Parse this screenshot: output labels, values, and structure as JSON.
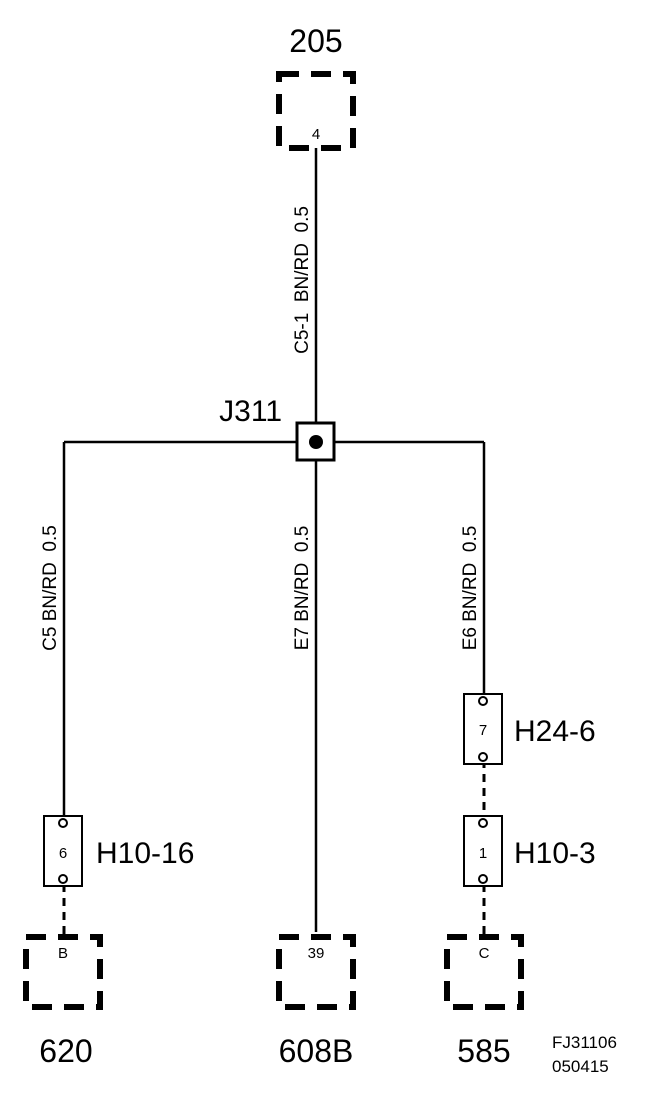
{
  "components": {
    "top": {
      "id": "205",
      "pin": "4"
    },
    "bottom_left": {
      "id": "620",
      "pin": "B"
    },
    "bottom_center": {
      "id": "608B",
      "pin": "39"
    },
    "bottom_right": {
      "id": "585",
      "pin": "C"
    }
  },
  "splice": {
    "id": "J311"
  },
  "wires": {
    "top": {
      "label": "C5-1  BN/RD  0.5"
    },
    "left": {
      "label": "C5 BN/RD  0.5"
    },
    "center": {
      "label": "E7 BN/RD  0.5"
    },
    "right": {
      "label": "E6 BN/RD  0.5"
    }
  },
  "connectors": {
    "h10_16": {
      "label": "H10-16",
      "pin": "6"
    },
    "h24_6": {
      "label": "H24-6",
      "pin": "7"
    },
    "h10_3": {
      "label": "H10-3",
      "pin": "1"
    }
  },
  "figure_code": {
    "line1": "FJ31106",
    "line2": "050415"
  }
}
